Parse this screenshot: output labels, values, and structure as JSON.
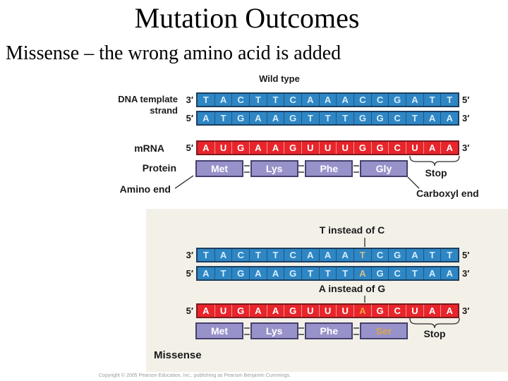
{
  "slide": {
    "title": "Mutation Outcomes",
    "subtitle": "Missense – the wrong amino acid is added"
  },
  "colors": {
    "dna_bar": "#2e86c4",
    "dna_border": "#1c3e5e",
    "mrna_bar": "#e8252b",
    "mrna_border": "#7c1a1f",
    "protein_box": "#9792c9",
    "mutant_highlight_dna": "#d8bd85",
    "mutant_highlight_mrna": "#f2a43c",
    "mutant_highlight_protein": "#d8a64f",
    "mutant_panel_bg": "#f3f0e8"
  },
  "wild_type": {
    "heading": "Wild type",
    "dna_label_1": "DNA template",
    "dna_label_2": "strand",
    "mrna_label": "mRNA",
    "protein_label": "Protein",
    "amino_end_label": "Amino end",
    "carboxyl_end_label": "Carboxyl end",
    "stop_label": "Stop",
    "dna_top": {
      "left_end": "3′",
      "right_end": "5′",
      "mutation_index": -1,
      "bases": [
        "T",
        "A",
        "C",
        "T",
        "T",
        "C",
        "A",
        "A",
        "A",
        "C",
        "C",
        "G",
        "A",
        "T",
        "T"
      ]
    },
    "dna_bottom": {
      "left_end": "5′",
      "right_end": "3′",
      "mutation_index": -1,
      "bases": [
        "A",
        "T",
        "G",
        "A",
        "A",
        "G",
        "T",
        "T",
        "T",
        "G",
        "G",
        "C",
        "T",
        "A",
        "A"
      ]
    },
    "mrna": {
      "left_end": "5′",
      "right_end": "3′",
      "mutation_index": -1,
      "bases": [
        "A",
        "U",
        "G",
        "A",
        "A",
        "G",
        "U",
        "U",
        "U",
        "G",
        "G",
        "C",
        "U",
        "A",
        "A"
      ]
    },
    "protein": {
      "mutation_index": -1,
      "amino_acids": [
        "Met",
        "Lys",
        "Phe",
        "Gly"
      ]
    }
  },
  "mutant": {
    "dna_annotation": "T instead of C",
    "mrna_annotation": "A instead of G",
    "stop_label": "Stop",
    "missense_label": "Missense",
    "dna_top": {
      "left_end": "3′",
      "right_end": "5′",
      "mutation_index": 9,
      "bases": [
        "T",
        "A",
        "C",
        "T",
        "T",
        "C",
        "A",
        "A",
        "A",
        "T",
        "C",
        "G",
        "A",
        "T",
        "T"
      ]
    },
    "dna_bottom": {
      "left_end": "5′",
      "right_end": "3′",
      "mutation_index": 9,
      "bases": [
        "A",
        "T",
        "G",
        "A",
        "A",
        "G",
        "T",
        "T",
        "T",
        "A",
        "G",
        "C",
        "T",
        "A",
        "A"
      ]
    },
    "mrna": {
      "left_end": "5′",
      "right_end": "3′",
      "mutation_index": 9,
      "bases": [
        "A",
        "U",
        "G",
        "A",
        "A",
        "G",
        "U",
        "U",
        "U",
        "A",
        "G",
        "C",
        "U",
        "A",
        "A"
      ]
    },
    "protein": {
      "mutation_index": 3,
      "amino_acids": [
        "Met",
        "Lys",
        "Phe",
        "Ser"
      ]
    }
  },
  "footer": {
    "copyright": "Copyright © 2005 Pearson Education, Inc., publishing as Pearson Benjamin Cummings."
  }
}
